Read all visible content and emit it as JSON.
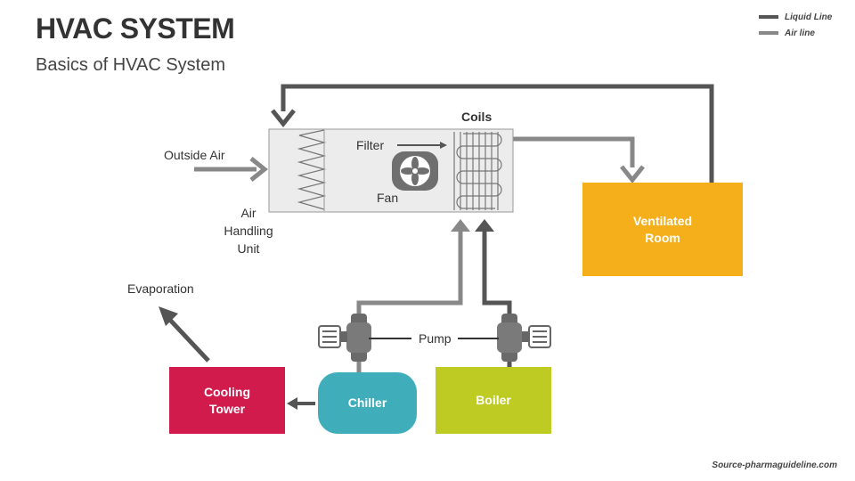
{
  "header": {
    "title": "HVAC SYSTEM",
    "subtitle": "Basics of HVAC System"
  },
  "legend": {
    "items": [
      {
        "label": "Liquid Line",
        "color": "#555555"
      },
      {
        "label": "Air line",
        "color": "#888888"
      }
    ]
  },
  "diagram": {
    "outside_air": "Outside Air",
    "air_handling_unit": "Air Handling Unit",
    "filter": "Filter",
    "fan": "Fan",
    "coils": "Coils",
    "evaporation": "Evaporation",
    "pump": "Pump",
    "ventilated_room": "Ventilated Room",
    "cooling_tower": "Cooling Tower",
    "chiller": "Chiller",
    "boiler": "Boiler"
  },
  "colors": {
    "ventilated_room": "#F4AF1B",
    "cooling_tower": "#D11B4C",
    "chiller": "#40AEBA",
    "boiler": "#BECB23",
    "liquid_line": "#555555",
    "air_line": "#888888"
  },
  "source": "Source-pharmaguideline.com"
}
